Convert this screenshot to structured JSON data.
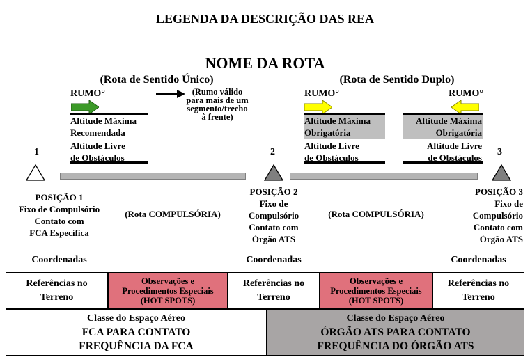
{
  "header": {
    "title": "LEGENDA DA DESCRIÇÃO DAS REA",
    "route_name": "NOME DA ROTA"
  },
  "one_way": {
    "label": "(Rota de Sentido Único)",
    "heading": "RUMO°",
    "valid_note": [
      "(Rumo válido",
      "para mais de um",
      "segmento/trecho",
      "à frente)"
    ],
    "alt_top": [
      "Altitude Máxima",
      "Recomendada"
    ],
    "alt_bottom": [
      "Altitude Livre",
      "de Obstáculos"
    ]
  },
  "two_way": {
    "label": "(Rota de Sentido Duplo)",
    "left": {
      "heading": "RUMO°",
      "alt_top": [
        "Altitude Máxima",
        "Obrigatória"
      ],
      "alt_bottom": [
        "Altitude Livre",
        "de Obstáculos"
      ]
    },
    "right": {
      "heading": "RUMO°",
      "alt_top": [
        "Altitude Máxima",
        "Obrigatória"
      ],
      "alt_bottom": [
        "Altitude Livre",
        "de Obstáculos"
      ]
    }
  },
  "positions": [
    {
      "number": "1",
      "title": "POSIÇÃO 1",
      "desc": [
        "Fixo de Compulsório",
        "Contato com",
        "FCA Específica"
      ],
      "coords": "Coordenadas"
    },
    {
      "number": "2",
      "title": "POSIÇÃO 2",
      "desc": [
        "Fixo de",
        "Compulsório",
        "Contato com",
        "Órgão ATS"
      ],
      "coords": "Coordenadas"
    },
    {
      "number": "3",
      "title": "POSIÇÃO 3",
      "desc": [
        "Fixo de",
        "Compulsório",
        "Contato com",
        "Órgão ATS"
      ],
      "coords": "Coordenadas"
    }
  ],
  "segments": [
    {
      "label": "(Rota COMPULSÓRIA)"
    },
    {
      "label": "(Rota COMPULSÓRIA)"
    }
  ],
  "table": {
    "ground_refs": [
      "Referências no",
      "Terreno"
    ],
    "observations": [
      "Observações e",
      "Procedimentos Especiais",
      "(HOT SPOTS)"
    ],
    "left_bottom": [
      "Classe do Espaço Aéreo",
      "FCA PARA CONTATO",
      "FREQUÊNCIA DA FCA"
    ],
    "right_bottom": [
      "Classe do Espaço Aéreo",
      "ÓRGÃO ATS PARA CONTATO",
      "FREQUÊNCIA DO ÓRGÃO ATS"
    ]
  },
  "colors": {
    "green_arrow": "#3c9a28",
    "yellow_arrow": "#ffff00",
    "pink": "#e0717c",
    "dark_grey": "#a8a5a5",
    "highlight_grey": "#bfbfbf",
    "bar_grey": "#b4b4b4"
  }
}
